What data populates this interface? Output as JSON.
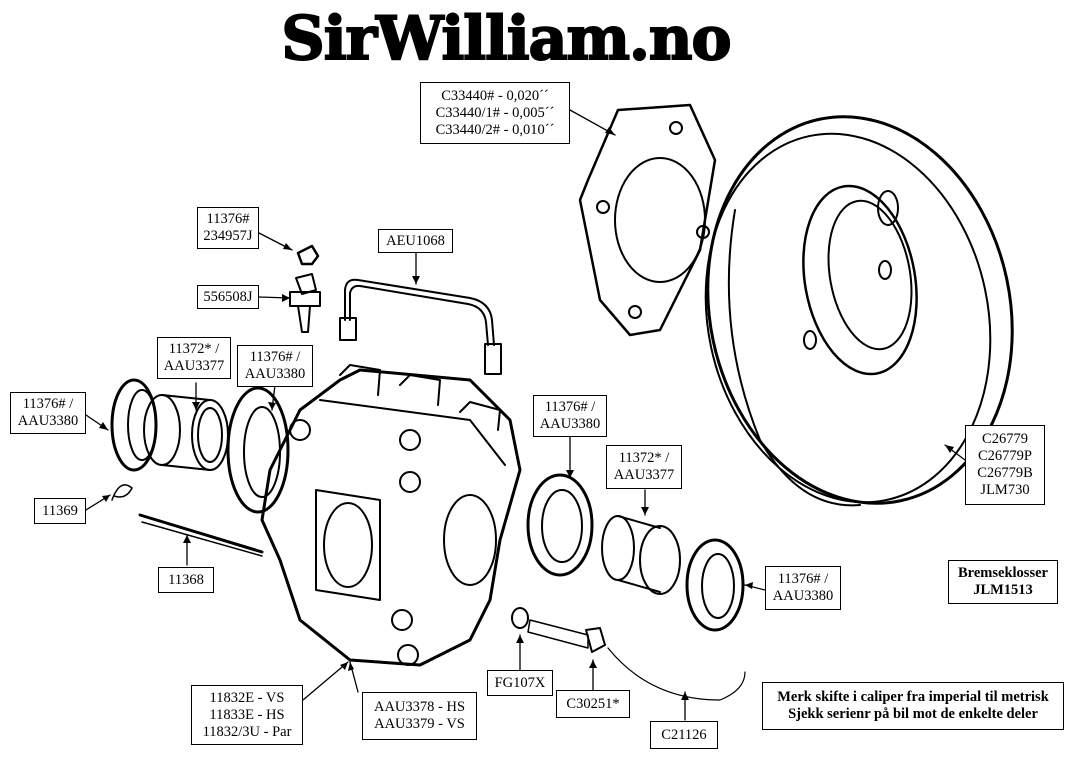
{
  "title": "SirWilliam.no",
  "labels": {
    "shim": [
      "C33440# - 0,020´´",
      "C33440/1# - 0,005´´",
      "C33440/2# - 0,010´´"
    ],
    "bleed_cap": [
      "11376#",
      "234957J"
    ],
    "bleed_screw": [
      "556508J"
    ],
    "pipe": [
      "AEU1068"
    ],
    "piston_left": [
      "11372* /",
      "AAU3377"
    ],
    "seal_left_inner": [
      "11376# /",
      "AAU3380"
    ],
    "seal_left_outer": [
      "11376# /",
      "AAU3380"
    ],
    "clip": [
      "11369"
    ],
    "pin": [
      "11368"
    ],
    "seal_right_inner": [
      "11376# /",
      "AAU3380"
    ],
    "piston_right": [
      "11372* /",
      "AAU3377"
    ],
    "seal_right_outer": [
      "11376# /",
      "AAU3380"
    ],
    "disc": [
      "C26779",
      "C26779P",
      "C26779B",
      "JLM730"
    ],
    "pads": [
      "Bremseklosser",
      "JLM1513"
    ],
    "washer": [
      "FG107X"
    ],
    "bolt": [
      "C30251*"
    ],
    "wire": [
      "C21126"
    ],
    "caliper": [
      "11832E - VS",
      "11833E - HS",
      "11832/3U - Par"
    ],
    "caliper_half": [
      "AAU3378 - HS",
      "AAU3379 - VS"
    ],
    "note": [
      "Merk skifte i caliper fra imperial til metrisk",
      "Sjekk serienr på bil mot de enkelte deler"
    ]
  }
}
